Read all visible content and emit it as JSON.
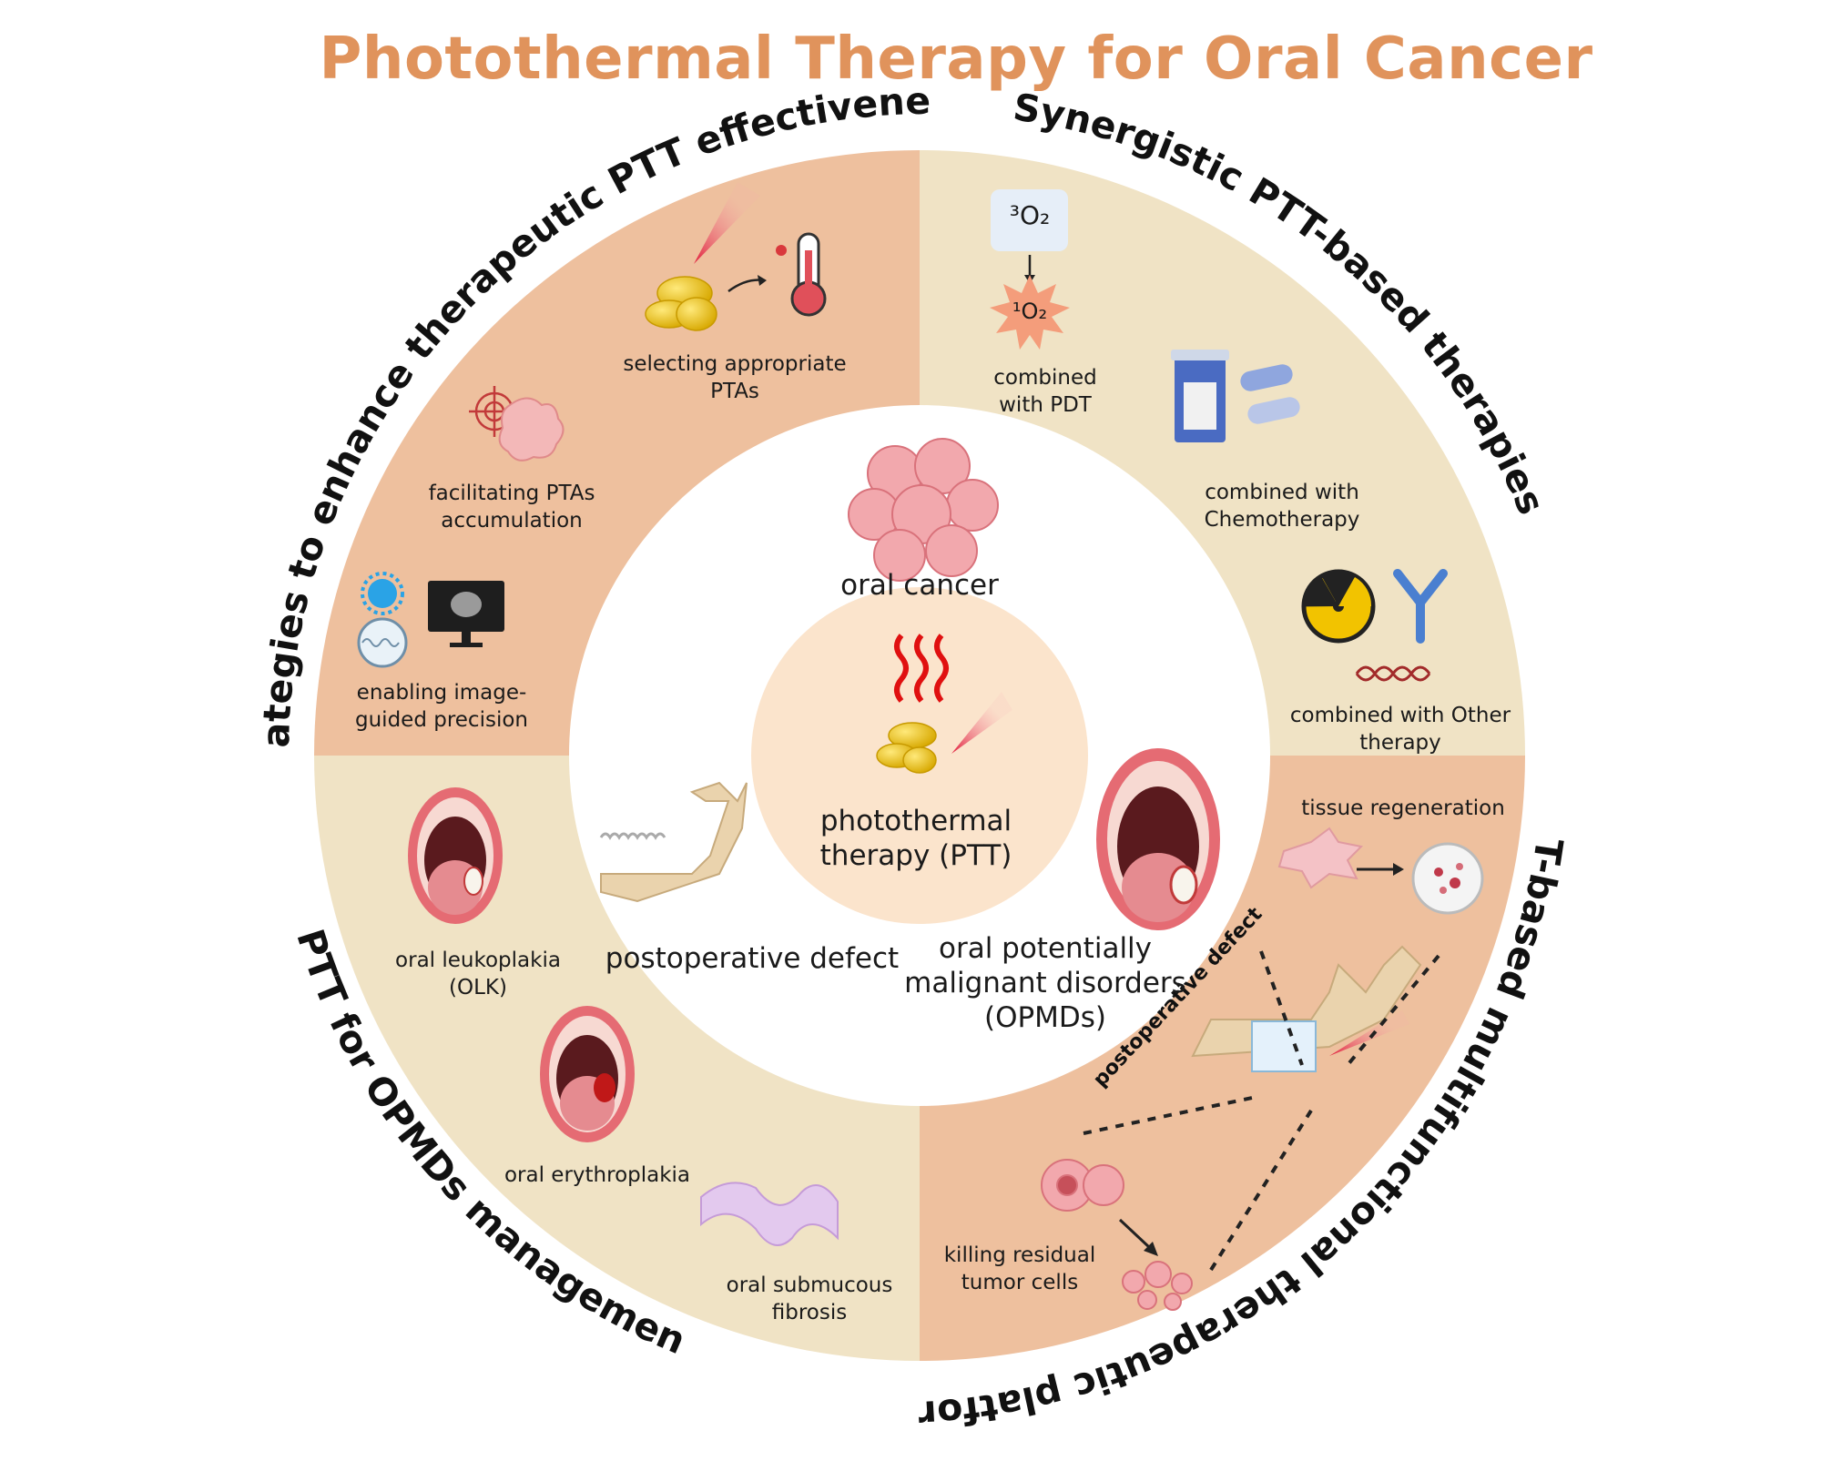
{
  "title": "Photothermal Therapy for Oral Cancer",
  "colors": {
    "title": "#e0935c",
    "quadrant_orange": "#eec09e",
    "quadrant_beige": "#f0e3c5",
    "inner_disc": "#fbe4cc"
  },
  "center": {
    "label": "photothermal\ntherapy (PTT)"
  },
  "inner_ring": {
    "oral_cancer": "oral cancer",
    "postoperative_defect": "postoperative defect",
    "opmds": "oral potentially\nmalignant disorders\n(OPMDs)"
  },
  "quadrants": {
    "strategies": {
      "heading": "Strategies to enhance therapeutic PTT effectiveness",
      "items": [
        "selecting appropriate\nPTAs",
        "facilitating PTAs\naccumulation",
        "enabling image-\nguided precision"
      ]
    },
    "synergistic": {
      "heading": "Synergistic PTT-based therapies",
      "items": [
        "combined\nwith PDT",
        "combined with\nChemotherapy",
        "combined with Other\ntherapy"
      ],
      "triplet_oxygen": "³O₂",
      "singlet_oxygen": "¹O₂"
    },
    "opmd_management": {
      "heading": "PTT for OPMDs management",
      "items": [
        "oral leukoplakia\n(OLK)",
        "oral erythroplakia",
        "oral submucous\nfibrosis"
      ]
    },
    "multifunctional": {
      "heading": "PTT-based multifunctional therapeutic platform",
      "items": [
        "tissue regeneration",
        "killing residual\ntumor cells"
      ],
      "defect_label": "postoperative defect"
    }
  },
  "icons": [
    "photothermal-agent-icon",
    "thermometer-icon",
    "laser-beam-icon",
    "target-icon",
    "tumor-cell-icon",
    "nanoparticle-icon",
    "mitochondria-icon",
    "monitor-icon",
    "starburst-icon",
    "pill-bottle-icon",
    "capsule-icon",
    "radiation-icon",
    "antibody-icon",
    "dna-icon",
    "heat-waves-icon",
    "mouth-icon",
    "jaw-bone-icon",
    "petri-dish-icon",
    "fibroblast-icon",
    "mucosa-tissue-icon"
  ]
}
